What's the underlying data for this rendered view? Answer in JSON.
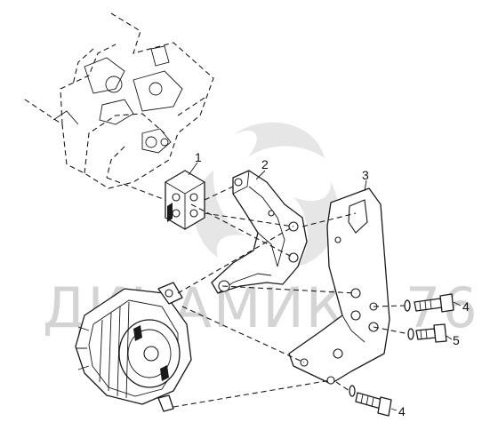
{
  "watermark": {
    "text": "ДИНАМИКА 76",
    "swirl_color": "#e6e6e6",
    "text_color": "#d4d4d4"
  },
  "callouts": [
    {
      "id": "1",
      "label": "1"
    },
    {
      "id": "2",
      "label": "2"
    },
    {
      "id": "3",
      "label": "3"
    },
    {
      "id": "4a",
      "label": "4"
    },
    {
      "id": "5",
      "label": "5"
    },
    {
      "id": "4b",
      "label": "4"
    }
  ],
  "colors": {
    "line": "#1a1a1a",
    "background": "#ffffff"
  }
}
